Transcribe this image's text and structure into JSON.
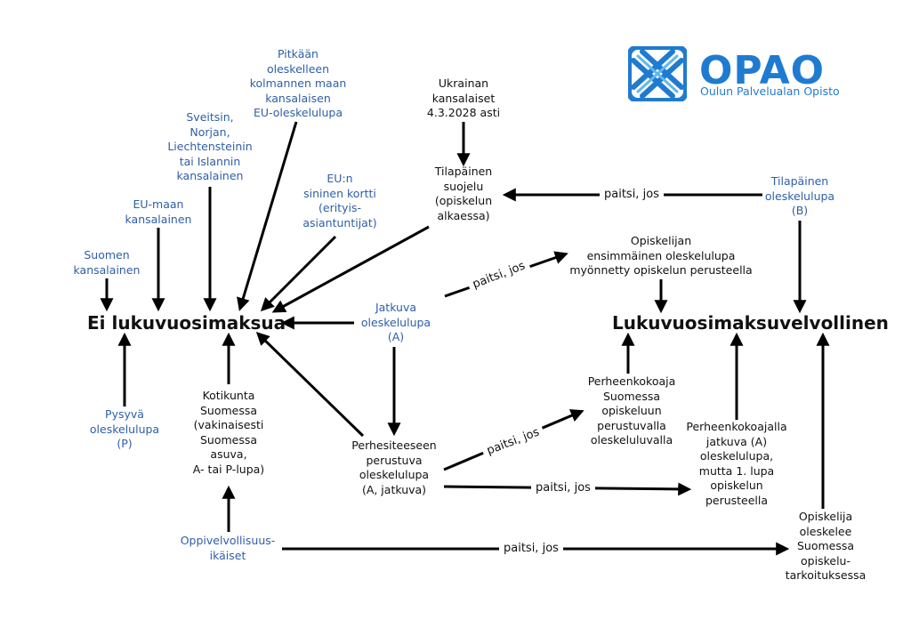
{
  "logo": {
    "brand": "OPAO",
    "subtitle": "Oulun Palvelualan Opisto",
    "color": "#1f7bd0",
    "icon": "opao-knot-logo-icon"
  },
  "targets": {
    "no_fee": "Ei lukuvuosimaksua",
    "fee": "Lukuvuosimaksuvelvollinen"
  },
  "nodes": {
    "finnish_citizen": [
      "Suomen",
      "kansalainen"
    ],
    "eu_citizen": [
      "EU-maan",
      "kansalainen"
    ],
    "nordic_citizen": [
      "Sveitsin,",
      "Norjan,",
      "Liechtensteinin",
      "tai Islannin",
      "kansalainen"
    ],
    "long_term_permit": [
      "Pitkään",
      "oleskelleen",
      "kolmannen maan",
      "kansalaisen",
      "EU-oleskelulupa"
    ],
    "blue_card": [
      "EU:n",
      "sininen kortti",
      "(erityis-",
      "asiantuntijat)"
    ],
    "ukraine_citizens": [
      "Ukrainan",
      "kansalaiset",
      "4.3.2028 asti"
    ],
    "temp_protection": [
      "Tilapäinen",
      "suojelu",
      "(opiskelun",
      "alkaessa)"
    ],
    "temp_permit": [
      "Tilapäinen",
      "oleskelulupa",
      "(B)"
    ],
    "first_permit_study": [
      "Opiskelijan",
      "ensimmäinen oleskelulupa",
      "myönnetty opiskelun perusteella"
    ],
    "continuous_permit": [
      "Jatkuva",
      "oleskelulupa",
      "(A)"
    ],
    "permanent_permit": [
      "Pysyvä",
      "oleskelulupa",
      "(P)"
    ],
    "municipality": [
      "Kotikunta",
      "Suomessa",
      "(vakinaisesti",
      "Suomessa",
      "asuva,",
      "A- tai P-lupa)"
    ],
    "family_permit": [
      "Perhesiteeseen",
      "perustuva",
      "oleskelulupa",
      "(A, jatkuva)"
    ],
    "family_sponsor_study": [
      "Perheenkokoaja",
      "Suomessa",
      "opiskeluun",
      "perustuvalla",
      "oleskeluluvalla"
    ],
    "family_sponsor_continuous": [
      "Perheenkokoajalla",
      "jatkuva (A)",
      "oleskelulupa,",
      "mutta 1. lupa",
      "opiskelun",
      "perusteella"
    ],
    "compulsory_school_age": [
      "Oppivelvollisuus-",
      "ikäiset"
    ],
    "student_staying": [
      "Opiskelija",
      "oleskelee",
      "Suomessa",
      "opiskelu-",
      "tarkoituksessa"
    ]
  },
  "edge_label": "paitsi, jos"
}
